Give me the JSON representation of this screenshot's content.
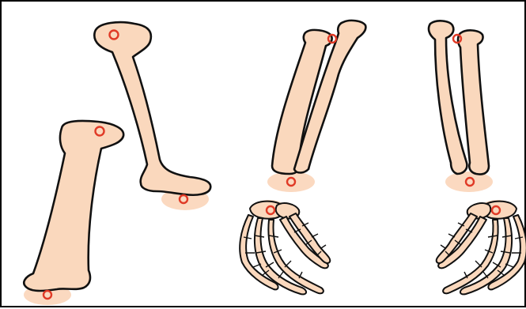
{
  "colors": {
    "bone_fill": "#fad8bd",
    "outline": "#111111",
    "joint_marker": "#e03a26",
    "joint_halo": "#fbd9c0",
    "background": "#ffffff"
  },
  "figures": [
    {
      "name": "upper-arm-bone-left"
    },
    {
      "name": "upper-arm-bone-right"
    },
    {
      "name": "forearm-pair-left"
    },
    {
      "name": "forearm-pair-right"
    },
    {
      "name": "hand-left"
    },
    {
      "name": "hand-right"
    }
  ]
}
